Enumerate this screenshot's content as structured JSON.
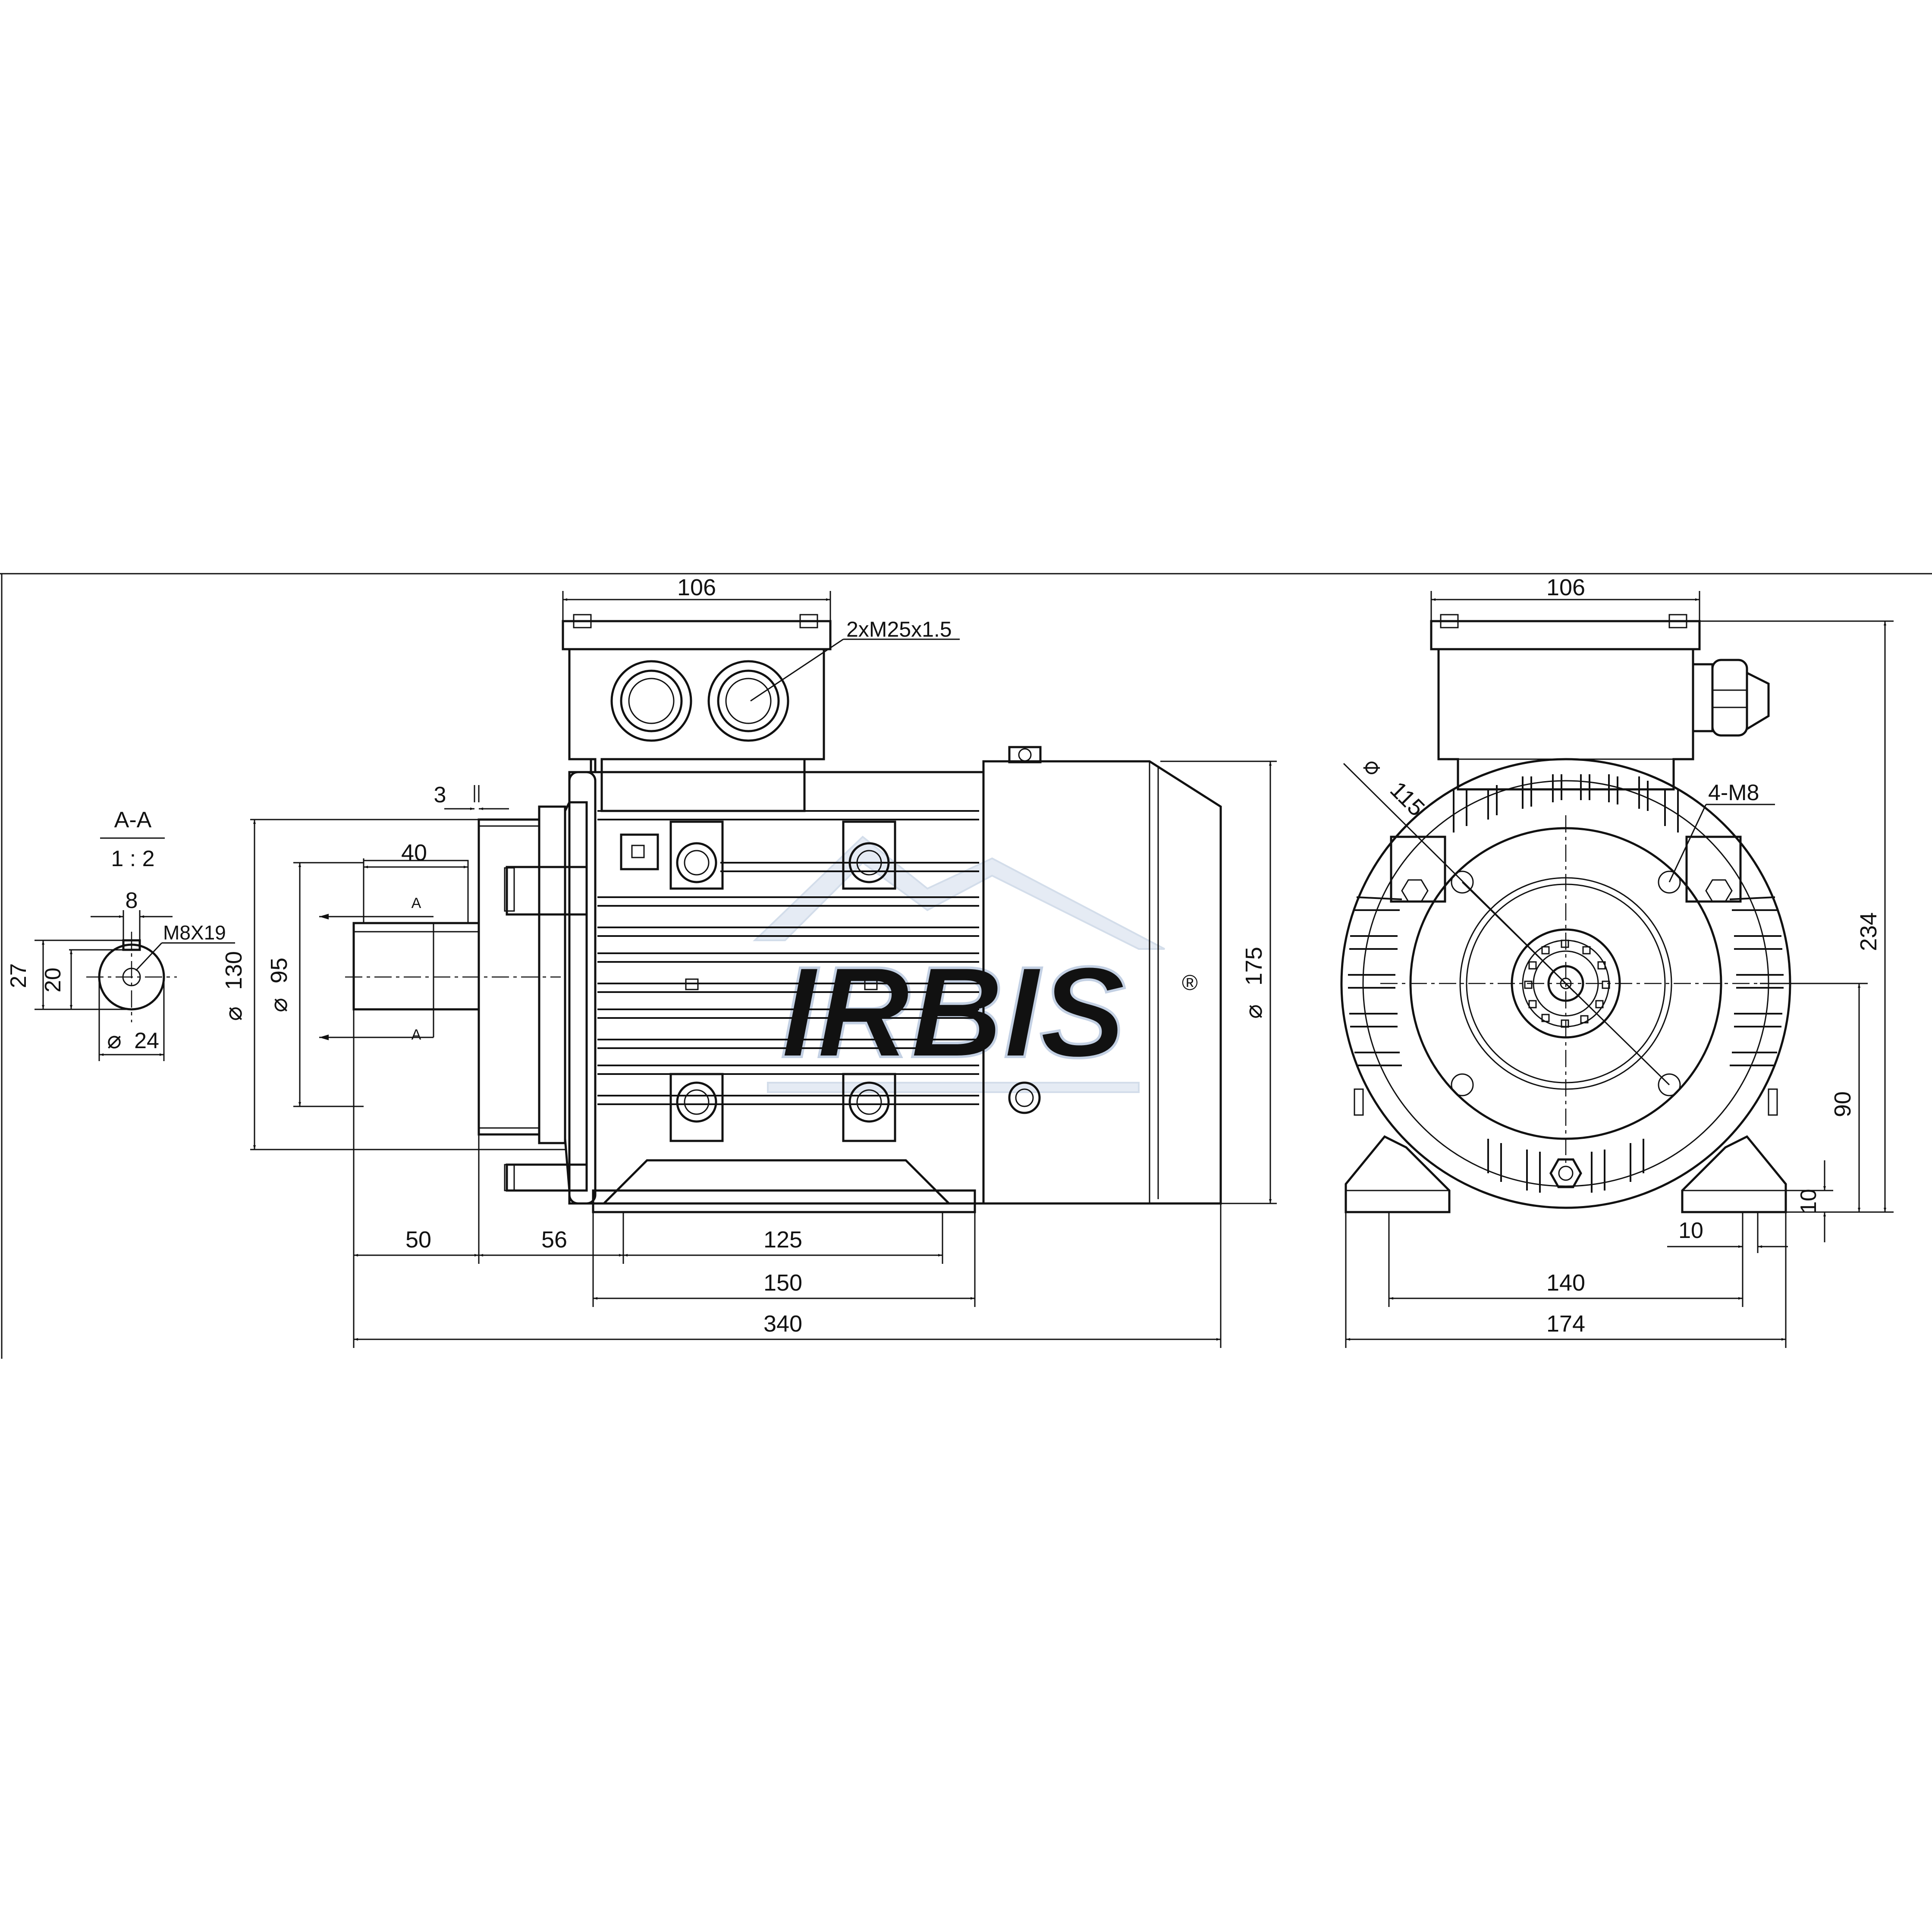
{
  "section": {
    "title": "A-A",
    "scale": "1 : 2",
    "key_width": "8",
    "thread": "M8X19",
    "d_27": "27",
    "d_20": "20",
    "shaft_dia": "24"
  },
  "side_view": {
    "box_width": "106",
    "gland_spec": "2xM25x1.5",
    "d_3": "3",
    "d_40": "40",
    "dia_130": "130",
    "dia_95": "95",
    "dia_175": "175",
    "section_mark": "A",
    "d_50": "50",
    "d_56": "56",
    "d_125": "125",
    "d_150": "150",
    "d_340": "340"
  },
  "end_view": {
    "box_width": "106",
    "pcd": "115",
    "holes": "4-M8",
    "height_total": "234",
    "shaft_height": "90",
    "foot_thickness": "10",
    "foot_slot": "10",
    "foot_spacing": "140",
    "base_width": "174"
  },
  "watermark": {
    "brand": "IRBIS",
    "mark": "®"
  },
  "symbols": {
    "diameter": "⌀"
  }
}
